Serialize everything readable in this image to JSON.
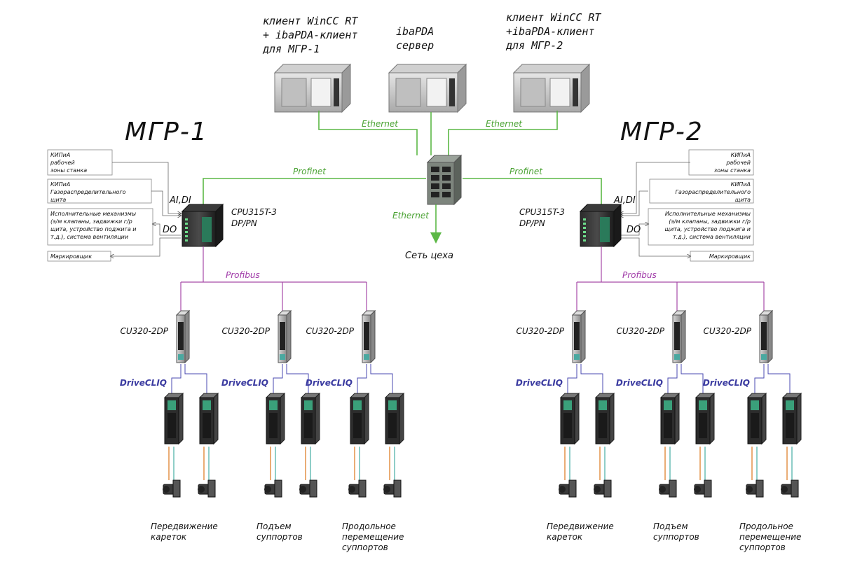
{
  "servers": {
    "left": {
      "lines": [
        "клиент WinCC RT",
        "+ ibaPDA-клиент",
        "для МГР-1"
      ]
    },
    "center": {
      "lines": [
        "ibaPDA",
        "сервер"
      ]
    },
    "right": {
      "lines": [
        "клиент WinCC RT",
        "+ibaPDA-клиент",
        "для МГР-2"
      ]
    }
  },
  "networks": {
    "ethernet": "Ethernet",
    "profinet": "Profinet",
    "profibus": "Profibus",
    "drivecliq": "DriveCLIQ"
  },
  "shop_network": "Сеть цеха",
  "lines": [
    {
      "title": "МГР-1",
      "cpu": [
        "CPU315T-3",
        "DP/PN"
      ],
      "io_in": "AI,DI",
      "io_out": "DO",
      "boxes": [
        [
          "КИПиА",
          "рабочей",
          "зоны станка"
        ],
        [
          "КИПиА",
          "Газораспределительного",
          "щита"
        ],
        [
          "Исполнительные механизмы",
          "(э/м клапаны, задвижки г/р",
          "щита, устройство поджига и",
          "т.д.), система вентиляции"
        ],
        [
          "Маркировщик"
        ]
      ],
      "cu_label": "CU320-2DP",
      "axes": [
        [
          "Передвижение",
          "кареток"
        ],
        [
          "Подъем",
          "суппортов"
        ],
        [
          "Продольное",
          "перемещение",
          "суппортов"
        ]
      ]
    },
    {
      "title": "МГР-2",
      "cpu": [
        "CPU315T-3",
        "DP/PN"
      ],
      "io_in": "AI,DI",
      "io_out": "DO",
      "boxes": [
        [
          "КИПиА",
          "рабочей",
          "зоны станка"
        ],
        [
          "КИПиА",
          "Газораспределительного",
          "щита"
        ],
        [
          "Исполнительные механизмы",
          "(э/м клапаны, задвижки г/р",
          "щита, устройство поджига и",
          "т.д.), система вентиляции"
        ],
        [
          "Маркировщик"
        ]
      ],
      "cu_label": "CU320-2DP",
      "axes": [
        [
          "Передвижение",
          "кареток"
        ],
        [
          "Подъем",
          "суппортов"
        ],
        [
          "Продольное",
          "перемещение",
          "суппортов"
        ]
      ]
    }
  ],
  "colors": {
    "ethernet": "#5cb846",
    "profibus": "#a64aa8",
    "drivecliq": "#4a4ab0",
    "cable_orange": "#e08a3a",
    "cable_teal": "#5fb8b0"
  }
}
